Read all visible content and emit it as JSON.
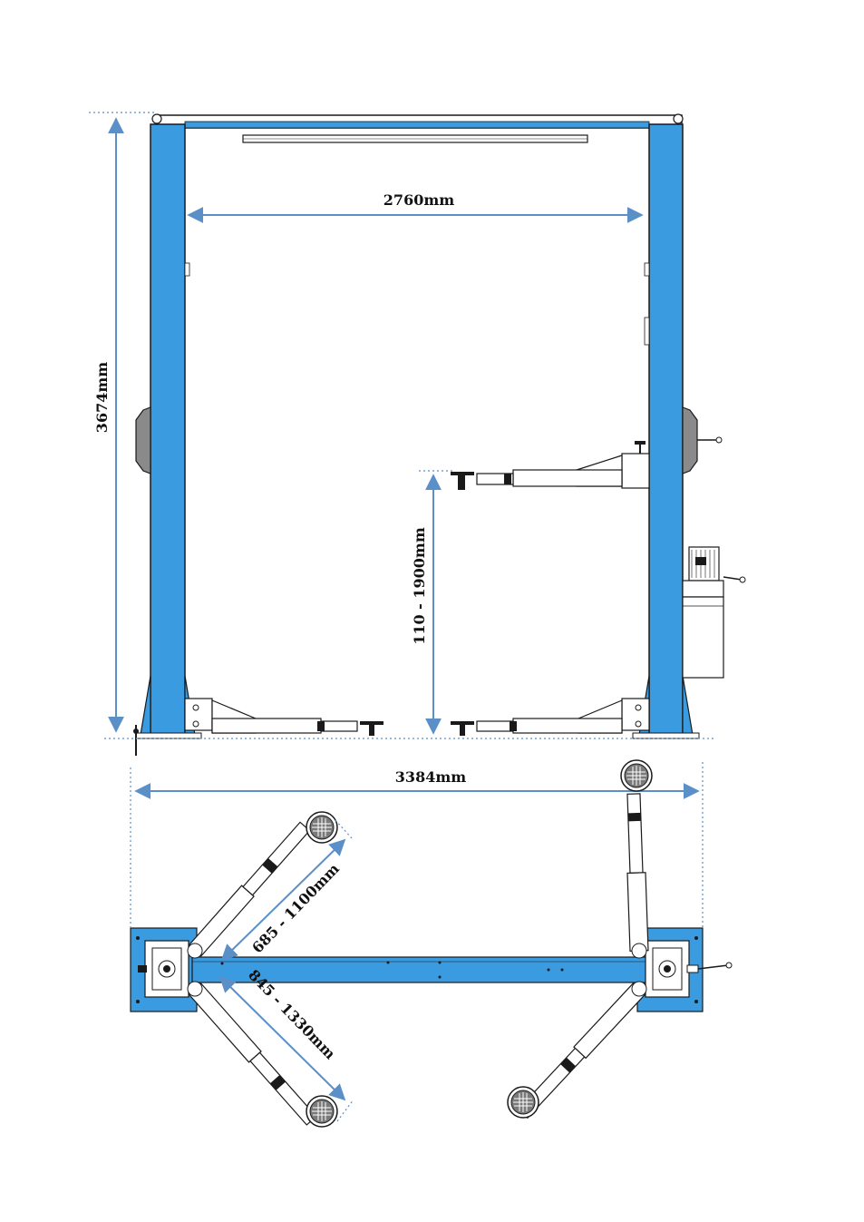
{
  "colors": {
    "column_blue": "#3a9be0",
    "dimension_arrow": "#5b8fc8",
    "outline": "#1a1a1a",
    "pad_grey": "#8a8a8a",
    "base_blue": "#3a9be0"
  },
  "dimensions": {
    "inner_width": "2760mm",
    "overall_height": "3674mm",
    "lift_height_range": "110 - 1900mm",
    "overall_width": "3384mm",
    "short_arm_range": "685 - 1100mm",
    "long_arm_range": "845 - 1330mm"
  },
  "icons": {
    "pad": "lift-pad-icon",
    "motor": "motor-icon",
    "tank": "hydraulic-tank-icon"
  }
}
